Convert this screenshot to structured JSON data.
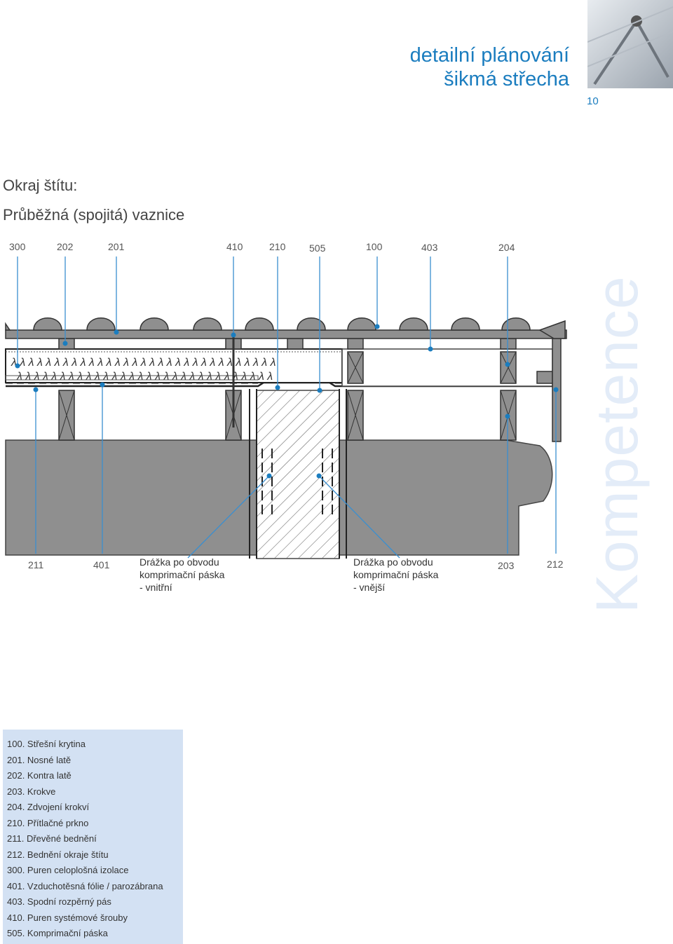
{
  "header": {
    "title_line1": "detailní plánování",
    "title_line2": "šikmá střecha",
    "page_number": "10"
  },
  "headings": {
    "line1": "Okraj štítu:",
    "line2": "Průběžná (spojitá) vaznice"
  },
  "watermark": "Kompetence",
  "top_labels": [
    "300",
    "202",
    "201",
    "410",
    "210",
    "505",
    "100",
    "403",
    "204"
  ],
  "bottom_labels": [
    "211",
    "401",
    "203",
    "212"
  ],
  "callouts": {
    "inner": {
      "line1": "Drážka po obvodu",
      "line2": "komprimační páska",
      "line3": "- vnitřní"
    },
    "outer": {
      "line1": "Drážka po obvodu",
      "line2": "komprimační páska",
      "line3": "- vnější"
    }
  },
  "legend": [
    "100. Střešní krytina",
    "201. Nosné latě",
    "202. Kontra latě",
    "203. Krokve",
    "204. Zdvojení krokví",
    "210. Přítlačné prkno",
    "211. Dřevěné bednění",
    "212. Bednění okraje štítu",
    "300. Puren celoplošná izolace",
    "401. Vzduchotěsná fólie / parozábrana",
    "403.  Spodní rozpěrný pás",
    "410. Puren systémové šrouby",
    "505. Komprimační páska"
  ],
  "colors": {
    "accent": "#1b7dbf",
    "legend_bg": "#d3e1f3",
    "watermark": "#e3ecf8",
    "timber": "#8f8f8f",
    "leader": "#3a8fd0"
  }
}
